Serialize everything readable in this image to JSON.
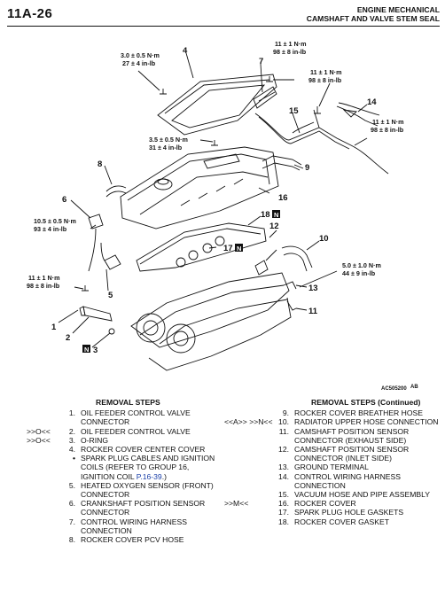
{
  "header": {
    "page_number": "11A-26",
    "section": "ENGINE MECHANICAL",
    "topic": "CAMSHAFT AND VALVE STEM SEAL"
  },
  "figure": {
    "code": "AC505200",
    "code_suffix": "AB",
    "n_symbol": "N",
    "callouts": [
      "1",
      "2",
      "3",
      "4",
      "5",
      "6",
      "7",
      "8",
      "9",
      "10",
      "11",
      "12",
      "13",
      "14",
      "15",
      "16",
      "17",
      "18"
    ],
    "torques": [
      {
        "nm": "3.0 ± 0.5 N·m",
        "inlb": "27 ± 4 in-lb"
      },
      {
        "nm": "11 ± 1 N·m",
        "inlb": "98 ± 8 in-lb"
      },
      {
        "nm": "11 ± 1 N·m",
        "inlb": "98 ± 8 in-lb"
      },
      {
        "nm": "11 ± 1 N·m",
        "inlb": "98 ± 8 in-lb"
      },
      {
        "nm": "3.5 ± 0.5 N·m",
        "inlb": "31 ± 4 in-lb"
      },
      {
        "nm": "10.5 ± 0.5 N·m",
        "inlb": "93 ± 4 in-lb"
      },
      {
        "nm": "5.0 ± 1.0 N·m",
        "inlb": "44 ± 9 in-lb"
      },
      {
        "nm": "11 ± 1 N·m",
        "inlb": "98 ± 8 in-lb"
      }
    ]
  },
  "removal_steps": {
    "title": "REMOVAL STEPS",
    "items": [
      {
        "code": "",
        "num": "1.",
        "text": "OIL FEEDER CONTROL VALVE CONNECTOR"
      },
      {
        "code": ">>O<<",
        "num": "2.",
        "text": "OIL FEEDER CONTROL VALVE"
      },
      {
        "code": ">>O<<",
        "num": "3.",
        "text": "O-RING"
      },
      {
        "code": "",
        "num": "4.",
        "text": "ROCKER COVER CENTER COVER"
      },
      {
        "code": "",
        "num": "•",
        "text": "SPARK PLUG CABLES AND IGNITION COILS (REFER TO GROUP 16, IGNITION COIL",
        "link": "P.16-39",
        "tail": ".)"
      },
      {
        "code": "",
        "num": "5.",
        "text": "HEATED OXYGEN SENSOR (FRONT) CONNECTOR"
      },
      {
        "code": "",
        "num": "6.",
        "text": "CRANKSHAFT POSITION SENSOR CONNECTOR"
      },
      {
        "code": "",
        "num": "7.",
        "text": "CONTROL WIRING HARNESS CONNECTION"
      },
      {
        "code": "",
        "num": "8.",
        "text": "ROCKER COVER PCV HOSE"
      }
    ]
  },
  "removal_steps_continued": {
    "title": "REMOVAL STEPS (Continued)",
    "items": [
      {
        "code": "",
        "num": "9.",
        "text": "ROCKER COVER BREATHER HOSE"
      },
      {
        "code": "<<A>>   >>N<<",
        "num": "10.",
        "text": "RADIATOR UPPER HOSE CONNECTION"
      },
      {
        "code": "",
        "num": "11.",
        "text": "CAMSHAFT POSITION SENSOR CONNECTOR (EXHAUST SIDE)"
      },
      {
        "code": "",
        "num": "12.",
        "text": "CAMSHAFT POSITION SENSOR CONNECTOR (INLET SIDE)"
      },
      {
        "code": "",
        "num": "13.",
        "text": "GROUND TERMINAL"
      },
      {
        "code": "",
        "num": "14.",
        "text": "CONTROL WIRING HARNESS CONNECTION"
      },
      {
        "code": "",
        "num": "15.",
        "text": "VACUUM HOSE AND PIPE ASSEMBLY"
      },
      {
        "code": ">>M<<",
        "num": "16.",
        "text": "ROCKER COVER"
      },
      {
        "code": "",
        "num": "17.",
        "text": "SPARK PLUG HOLE GASKETS"
      },
      {
        "code": "",
        "num": "18.",
        "text": "ROCKER COVER GASKET"
      }
    ]
  }
}
